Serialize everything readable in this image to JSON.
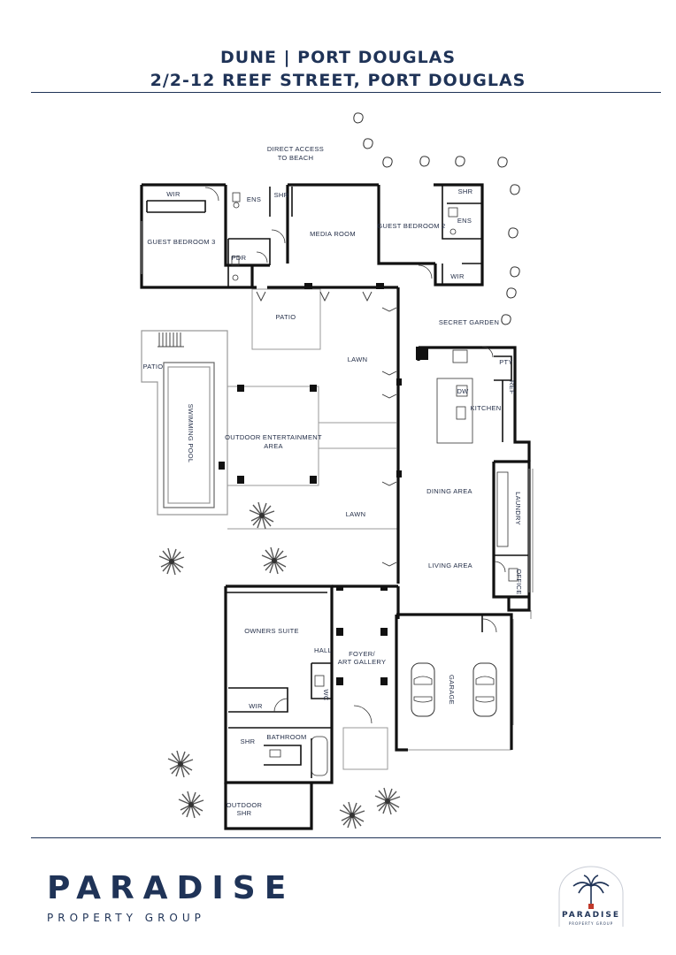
{
  "header": {
    "title": "DUNE | PORT DOUGLAS",
    "address": "2/2-12 REEF STREET, PORT DOUGLAS"
  },
  "rooms": {
    "direct_access_1": "DIRECT ACCESS",
    "direct_access_2": "TO BEACH",
    "wir_top": "WIR",
    "ens_left": "ENS",
    "shr_left": "SHR",
    "guest_bedroom_3": "GUEST BEDROOM 3",
    "pdr": "PDR",
    "media_room": "MEDIA ROOM",
    "guest_bedroom_2": "GUEST BEDROOM 2",
    "shr_right": "SHR",
    "ens_right": "ENS",
    "wir_right": "WIR",
    "patio_top": "PATIO",
    "secret_garden": "SECRET GARDEN",
    "patio_pool": "PATIO",
    "swimming_pool": "SWIMMING POOL",
    "lawn_top": "LAWN",
    "pty": "PTY",
    "dw": "DW",
    "ref": "REF",
    "kitchen": "KITCHEN",
    "outdoor_ent_1": "OUTDOOR ENTERTAINMENT",
    "outdoor_ent_2": "AREA",
    "dining_area": "DINING AREA",
    "laundry": "LAUNDRY",
    "lawn_bottom": "LAWN",
    "living_area": "LIVING AREA",
    "office": "OFFICE",
    "owners_suite": "OWNERS SUITE",
    "hall": "HALL",
    "foyer_1": "FOYER/",
    "foyer_2": "ART GALLERY",
    "garage": "GARAGE",
    "wc": "WC",
    "wir_owner": "WIR",
    "shr_owner": "SHR",
    "bathroom": "BATHROOM",
    "outdoor_shr_1": "OUTDOOR",
    "outdoor_shr_2": "SHR"
  },
  "brand": {
    "name": "PARADISE",
    "sub": "PROPERTY GROUP",
    "logo_name": "PARADISE",
    "logo_sub": "PROPERTY GROUP"
  },
  "colors": {
    "navy": "#1f3357",
    "wall": "#111111"
  }
}
